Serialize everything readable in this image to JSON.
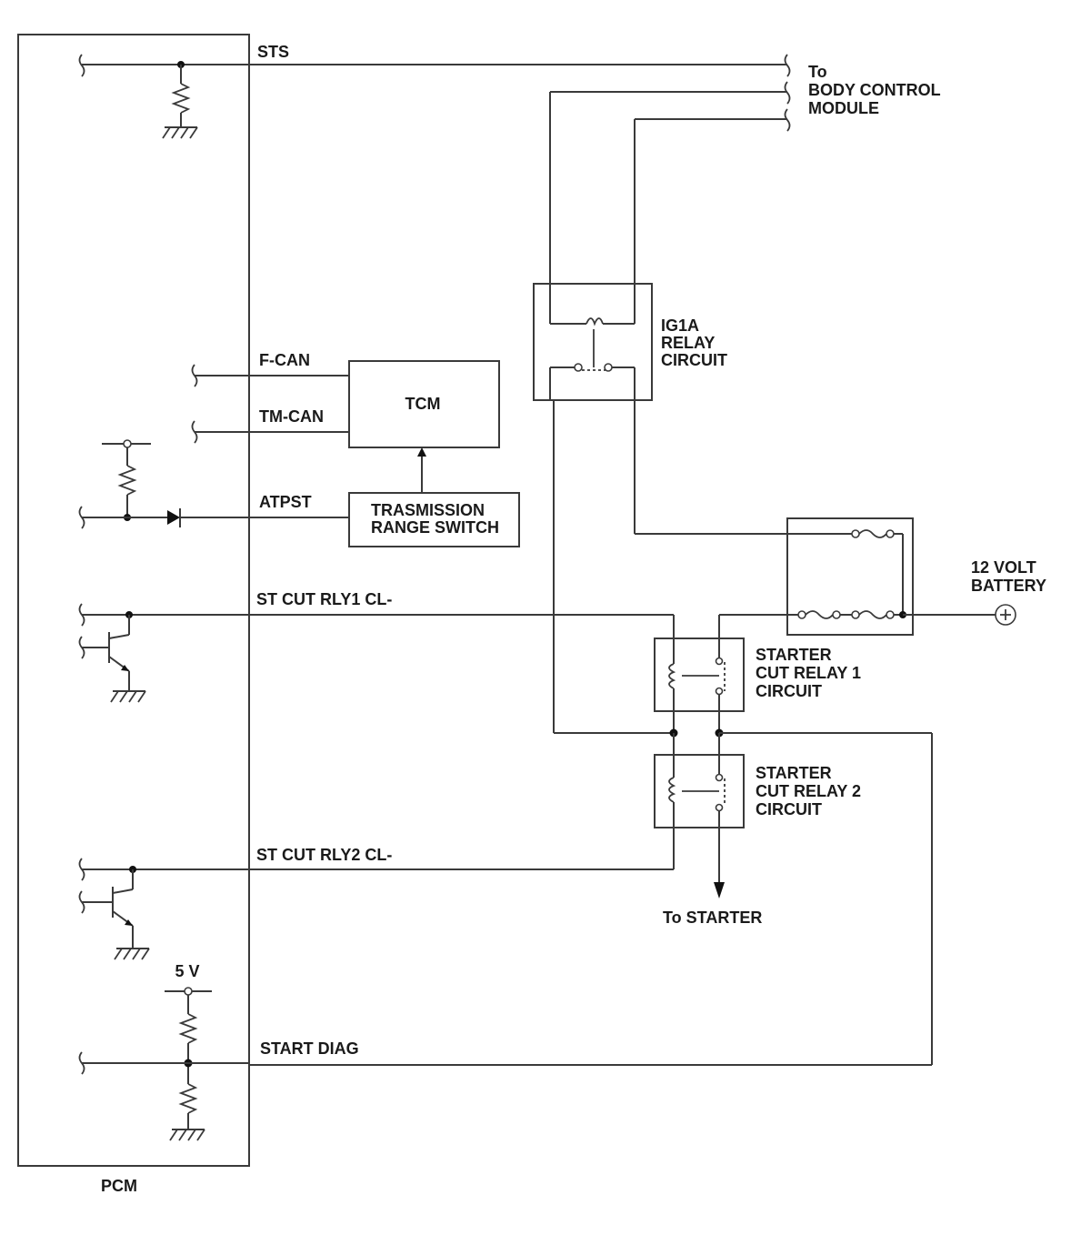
{
  "labels": {
    "sts": "STS",
    "to_bcm_1": "To",
    "to_bcm_2": "BODY CONTROL",
    "to_bcm_3": "MODULE",
    "f_can": "F-CAN",
    "tm_can": "TM-CAN",
    "tcm": "TCM",
    "atpst": "ATPST",
    "trs_1": "TRASMISSION",
    "trs_2": "RANGE SWITCH",
    "ig1a_1": "IG1A",
    "ig1a_2": "RELAY",
    "ig1a_3": "CIRCUIT",
    "battery_1": "12 VOLT",
    "battery_2": "BATTERY",
    "st_cut_rly1": "ST CUT RLY1 CL-",
    "scr1_1": "STARTER",
    "scr1_2": "CUT RELAY 1",
    "scr1_3": "CIRCUIT",
    "scr2_1": "STARTER",
    "scr2_2": "CUT RELAY 2",
    "scr2_3": "CIRCUIT",
    "st_cut_rly2": "ST CUT RLY2 CL-",
    "to_starter": "To STARTER",
    "five_v": "5 V",
    "start_diag": "START DIAG",
    "pcm": "PCM"
  },
  "symbols": {
    "battery_terminal": "+"
  }
}
